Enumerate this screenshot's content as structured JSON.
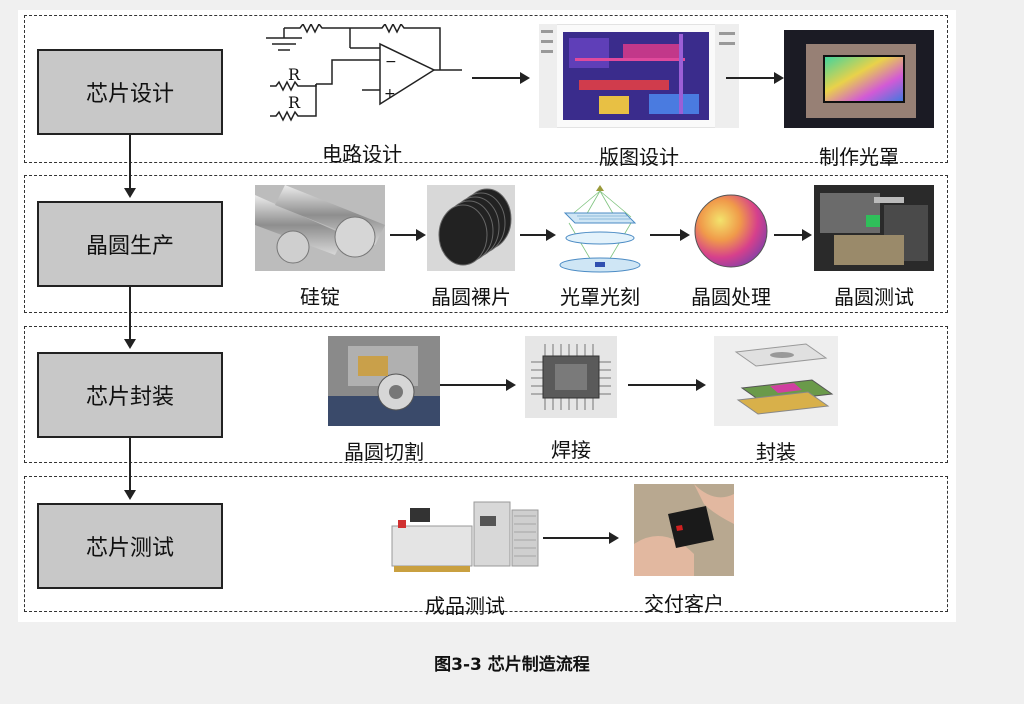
{
  "figure_caption": "图3-3 芯片制造流程",
  "stages": [
    {
      "label": "芯片设计",
      "steps": [
        "电路设计",
        "版图设计",
        "制作光罩"
      ]
    },
    {
      "label": "晶圆生产",
      "steps": [
        "硅锭",
        "晶圆裸片",
        "光罩光刻",
        "晶圆处理",
        "晶圆测试"
      ]
    },
    {
      "label": "芯片封装",
      "steps": [
        "晶圆切割",
        "焊接",
        "封装"
      ]
    },
    {
      "label": "芯片测试",
      "steps": [
        "成品测试",
        "交付客户"
      ]
    }
  ],
  "circuit": {
    "resistor_label_1": "R",
    "resistor_label_2": "R",
    "opamp_minus": "−",
    "opamp_plus": "+"
  }
}
